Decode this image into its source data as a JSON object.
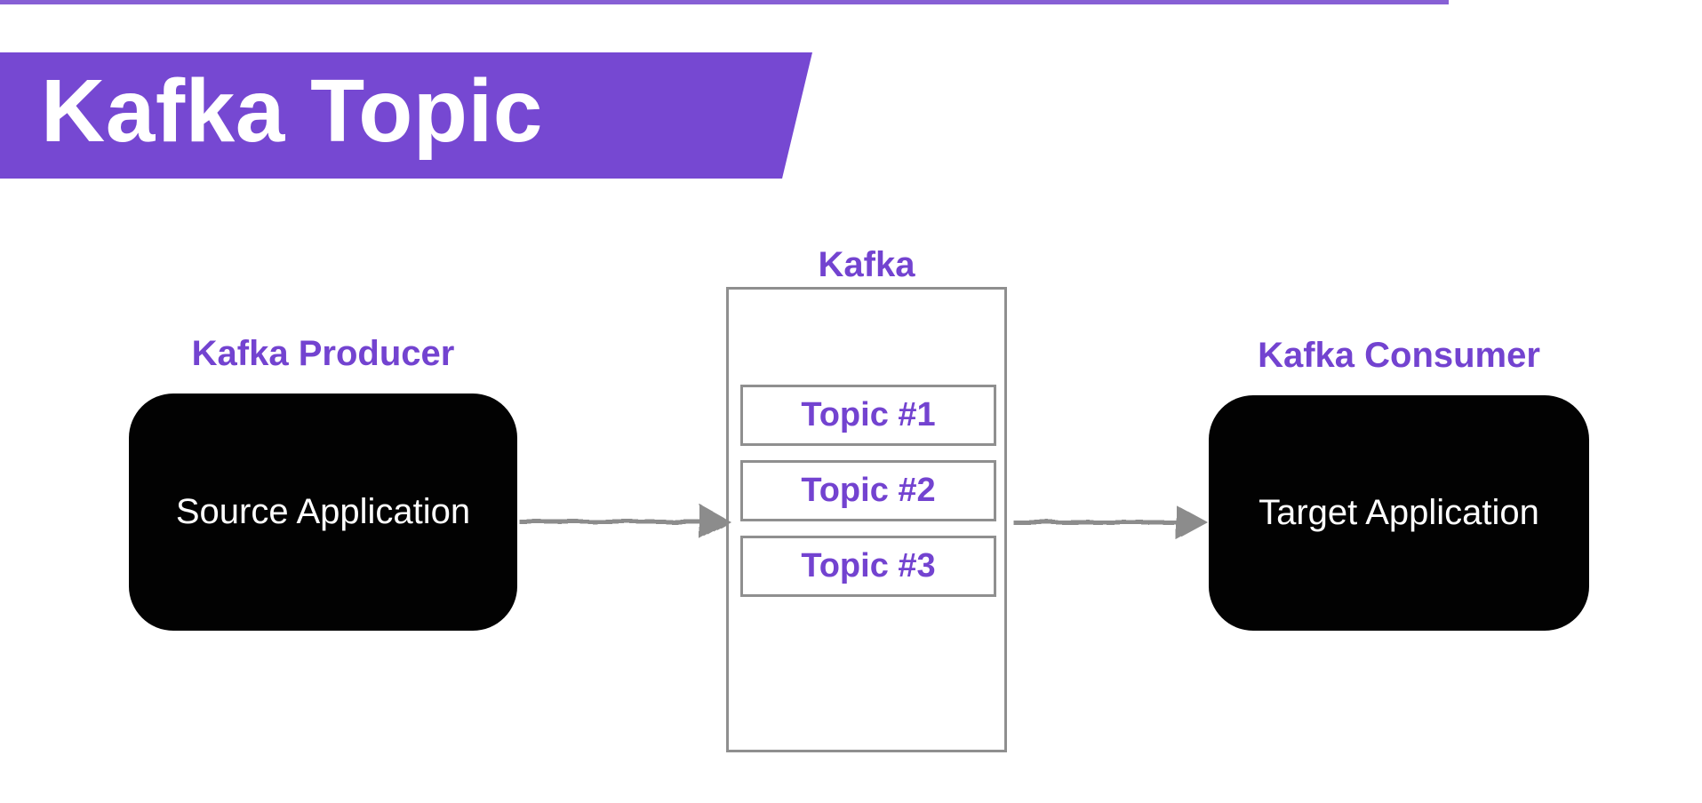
{
  "header": {
    "title": "Kafka Topic",
    "banner_color": "#7648d2",
    "title_text_color": "#ffffff"
  },
  "diagram": {
    "producer": {
      "label": "Kafka Producer",
      "box_text": "Source Application"
    },
    "broker": {
      "label": "Kafka",
      "topics": [
        "Topic #1",
        "Topic #2",
        "Topic #3"
      ]
    },
    "consumer": {
      "label": "Kafka Consumer",
      "box_text": "Target Application"
    },
    "colors": {
      "accent_purple": "#7343d0",
      "box_black": "#020202",
      "box_text_white": "#ffffff",
      "arrow_gray": "#8c8c8c",
      "border_gray": "#8f8f8f"
    }
  }
}
